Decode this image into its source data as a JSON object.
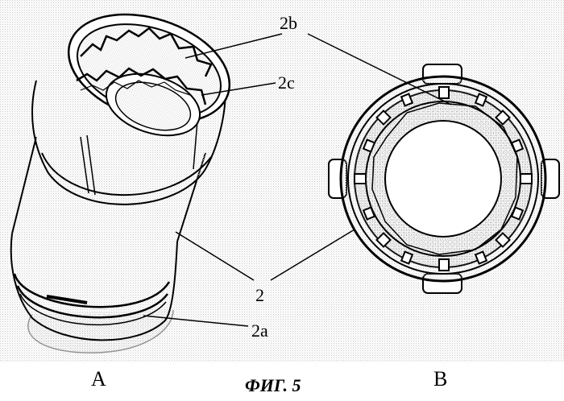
{
  "figure": {
    "caption": "ФИГ. 5",
    "views": {
      "a": "A",
      "b": "B"
    },
    "refs": {
      "r2": "2",
      "r2a": "2a",
      "r2b": "2b",
      "r2c": "2c"
    }
  },
  "colors": {
    "paper": "#ffffff",
    "ink": "#000000",
    "stipple": "#c8c8c8"
  }
}
